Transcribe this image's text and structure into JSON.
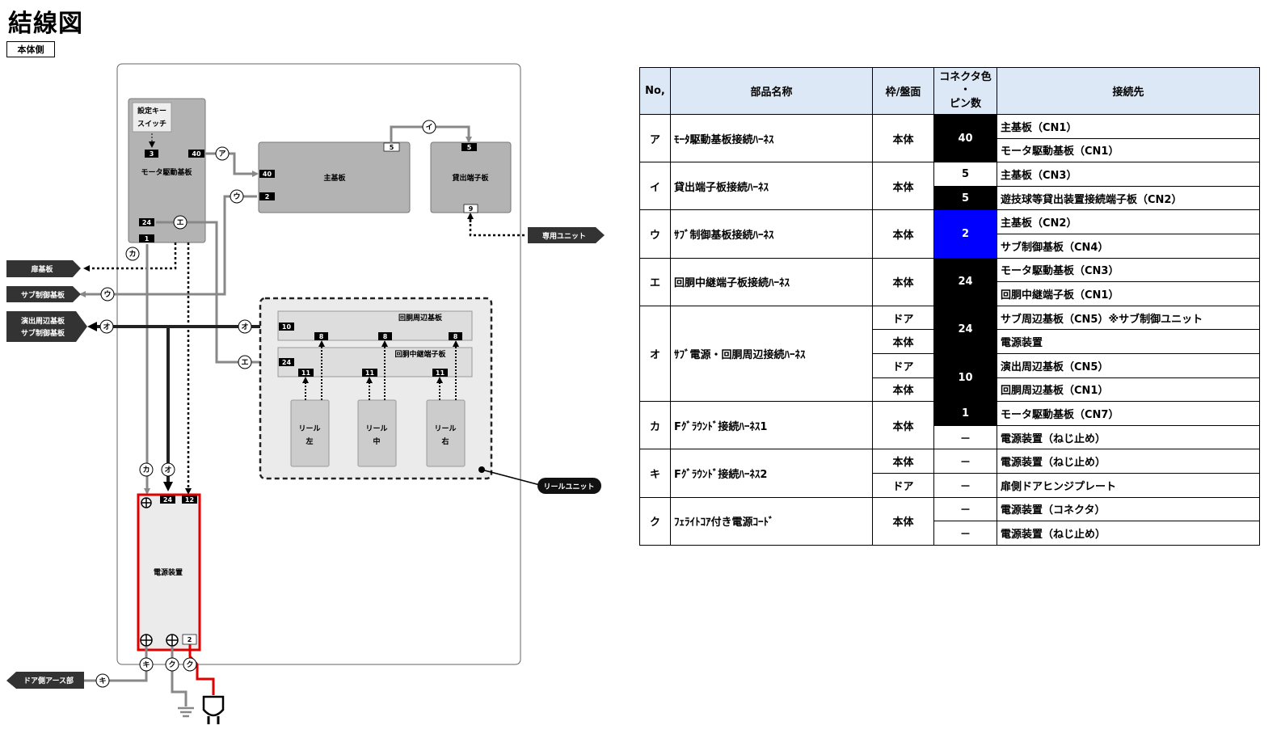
{
  "title": "結線図",
  "side_label": "本体側",
  "diagram": {
    "boards": {
      "setting_key": [
        "設定キー",
        "スイッチ"
      ],
      "motor": "モータ駆動基板",
      "main": "主基板",
      "lending": "貸出端子板",
      "reel_periph": "回胴周辺基板",
      "reel_relay": "回胴中継端子板",
      "reel_left": [
        "リール",
        "左"
      ],
      "reel_center": [
        "リール",
        "中"
      ],
      "reel_right": [
        "リール",
        "右"
      ],
      "power": "電源装置"
    },
    "external": {
      "door_board": "扉基板",
      "sub_ctrl": "サブ制御基板",
      "effect1": "演出周辺基板",
      "effect2": "サブ制御基板",
      "dedicated_unit": "専用ユニット",
      "reel_unit": "リールユニット",
      "door_earth": "ドア側アース部"
    },
    "pins": {
      "motor_3": "3",
      "motor_40": "40",
      "motor_24": "24",
      "motor_1": "1",
      "main_5": "5",
      "main_40": "40",
      "main_2": "2",
      "lend_5": "5",
      "lend_9": "9",
      "reel_10": "10",
      "reel_8": "8",
      "relay_24": "24",
      "relay_11": "11",
      "pw_24": "24",
      "pw_12": "12",
      "pw_2": "2"
    },
    "markers": {
      "a": "ア",
      "i": "イ",
      "u": "ウ",
      "e": "エ",
      "o": "オ",
      "ka": "カ",
      "ki": "キ",
      "ku": "ク"
    }
  },
  "table": {
    "headers": {
      "no": "No,",
      "name": "部品名称",
      "position": "枠/盤面",
      "pin1": "コネクタ色",
      "pin2": "・",
      "pin3": "ピン数",
      "dest": "接続先"
    },
    "rows": {
      "a1": {
        "no": "ア",
        "name": "ﾓｰﾀ駆動基板接続ﾊｰﾈｽ",
        "position": "本体",
        "pin": "40",
        "dest": "主基板（CN1）"
      },
      "a2": {
        "dest": "モータ駆動基板（CN1）"
      },
      "i1": {
        "no": "イ",
        "name": "貸出端子板接続ﾊｰﾈｽ",
        "position": "本体",
        "pin": "5",
        "dest": "主基板（CN3）"
      },
      "i2": {
        "pin": "5",
        "dest": "遊技球等貸出装置接続端子板（CN2）"
      },
      "u1": {
        "no": "ウ",
        "name": "ｻﾌﾞ制御基板接続ﾊｰﾈｽ",
        "position": "本体",
        "pin": "2",
        "dest": "主基板（CN2）"
      },
      "u2": {
        "dest": "サブ制御基板（CN4）"
      },
      "e1": {
        "no": "エ",
        "name": "回胴中継端子板接続ﾊｰﾈｽ",
        "position": "本体",
        "pin": "24",
        "dest": "モータ駆動基板（CN3）"
      },
      "e2": {
        "dest": "回胴中継端子板（CN1）"
      },
      "o1": {
        "no": "オ",
        "name": "ｻﾌﾞ電源・回胴周辺接続ﾊｰﾈｽ",
        "position": "ドア",
        "pin": "24",
        "dest": "サブ周辺基板（CN5）※サブ制御ユニット"
      },
      "o2": {
        "position": "本体",
        "dest": "電源装置"
      },
      "o3": {
        "position": "ドア",
        "pin": "10",
        "dest": "演出周辺基板（CN5）"
      },
      "o4": {
        "position": "本体",
        "dest": "回胴周辺基板（CN1）"
      },
      "ka1": {
        "no": "カ",
        "name": "Fｸﾞﾗｳﾝﾄﾞ接続ﾊｰﾈｽ1",
        "position": "本体",
        "pin": "1",
        "dest": "モータ駆動基板（CN7）"
      },
      "ka2": {
        "pin": "－",
        "dest": "電源装置（ねじ止め）"
      },
      "ki1": {
        "no": "キ",
        "name": "Fｸﾞﾗｳﾝﾄﾞ接続ﾊｰﾈｽ2",
        "position": "本体",
        "pin": "－",
        "dest": "電源装置（ねじ止め）"
      },
      "ki2": {
        "position": "ドア",
        "pin": "－",
        "dest": "扉側ドアヒンジプレート"
      },
      "ku1": {
        "no": "ク",
        "name": "ﾌｪﾗｲﾄｺｱ付き電源ｺｰﾄﾞ",
        "position": "本体",
        "pin": "－",
        "dest": "電源装置（コネクタ）"
      },
      "ku2": {
        "pin": "－",
        "dest": "電源装置（ねじ止め）"
      }
    }
  },
  "colors": {
    "red_frame": "#e00000",
    "blue_pin": "#0000ff",
    "header_bg": "#dce8f5",
    "board_gray": "#b3b3b3"
  }
}
